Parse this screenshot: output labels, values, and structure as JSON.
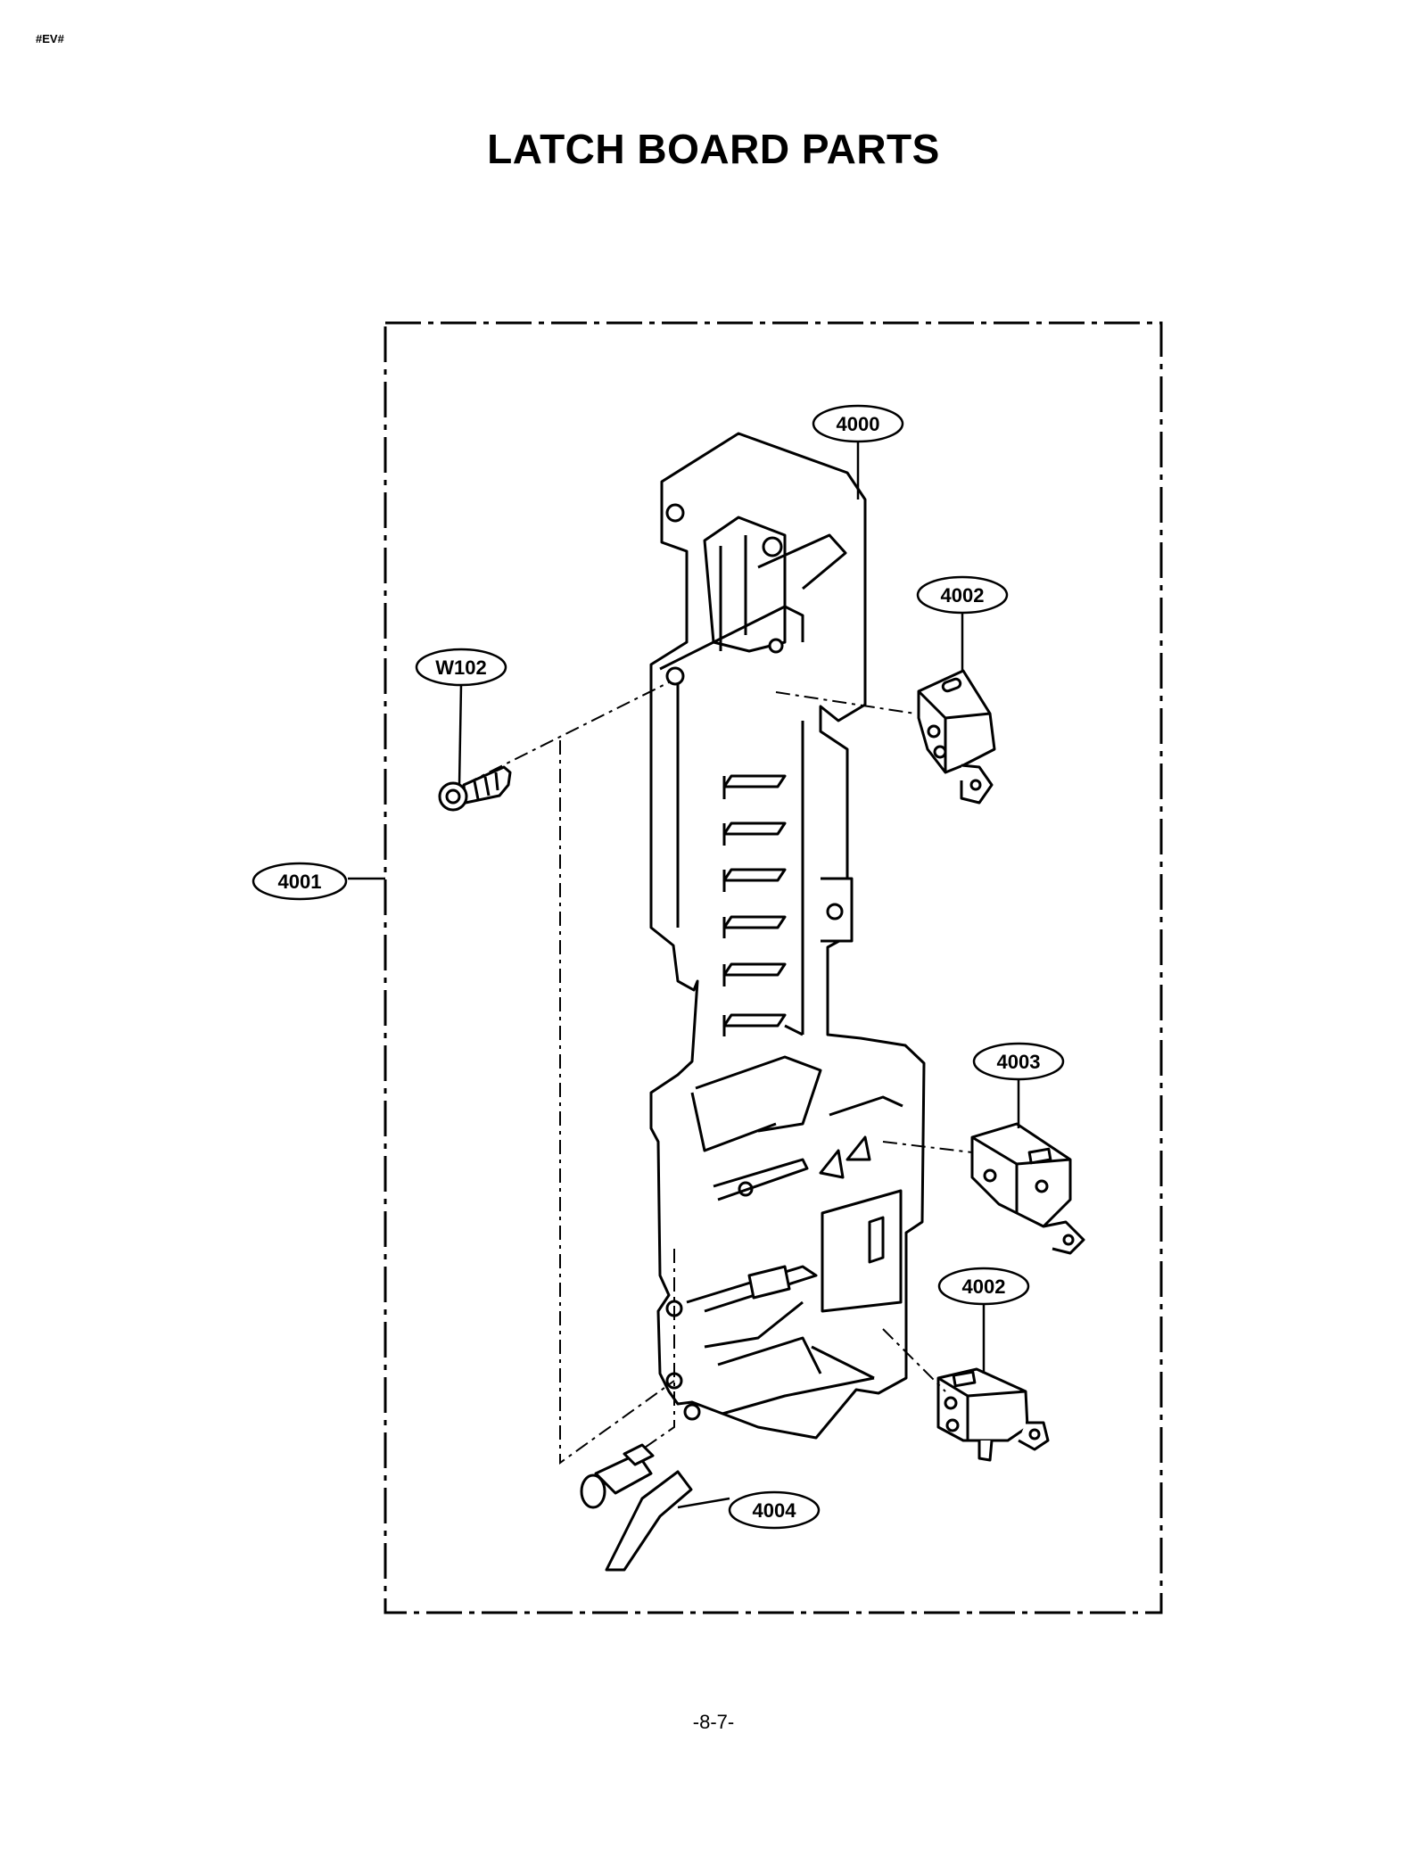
{
  "header_tag": "#EV#",
  "title": "LATCH BOARD PARTS",
  "page_number": "-8-7-",
  "callouts": {
    "latch_board": "4000",
    "assembly": "4001",
    "switch_upper": "4002",
    "switch_middle": "4003",
    "switch_lower": "4002",
    "lever": "4004",
    "screw": "W102"
  }
}
